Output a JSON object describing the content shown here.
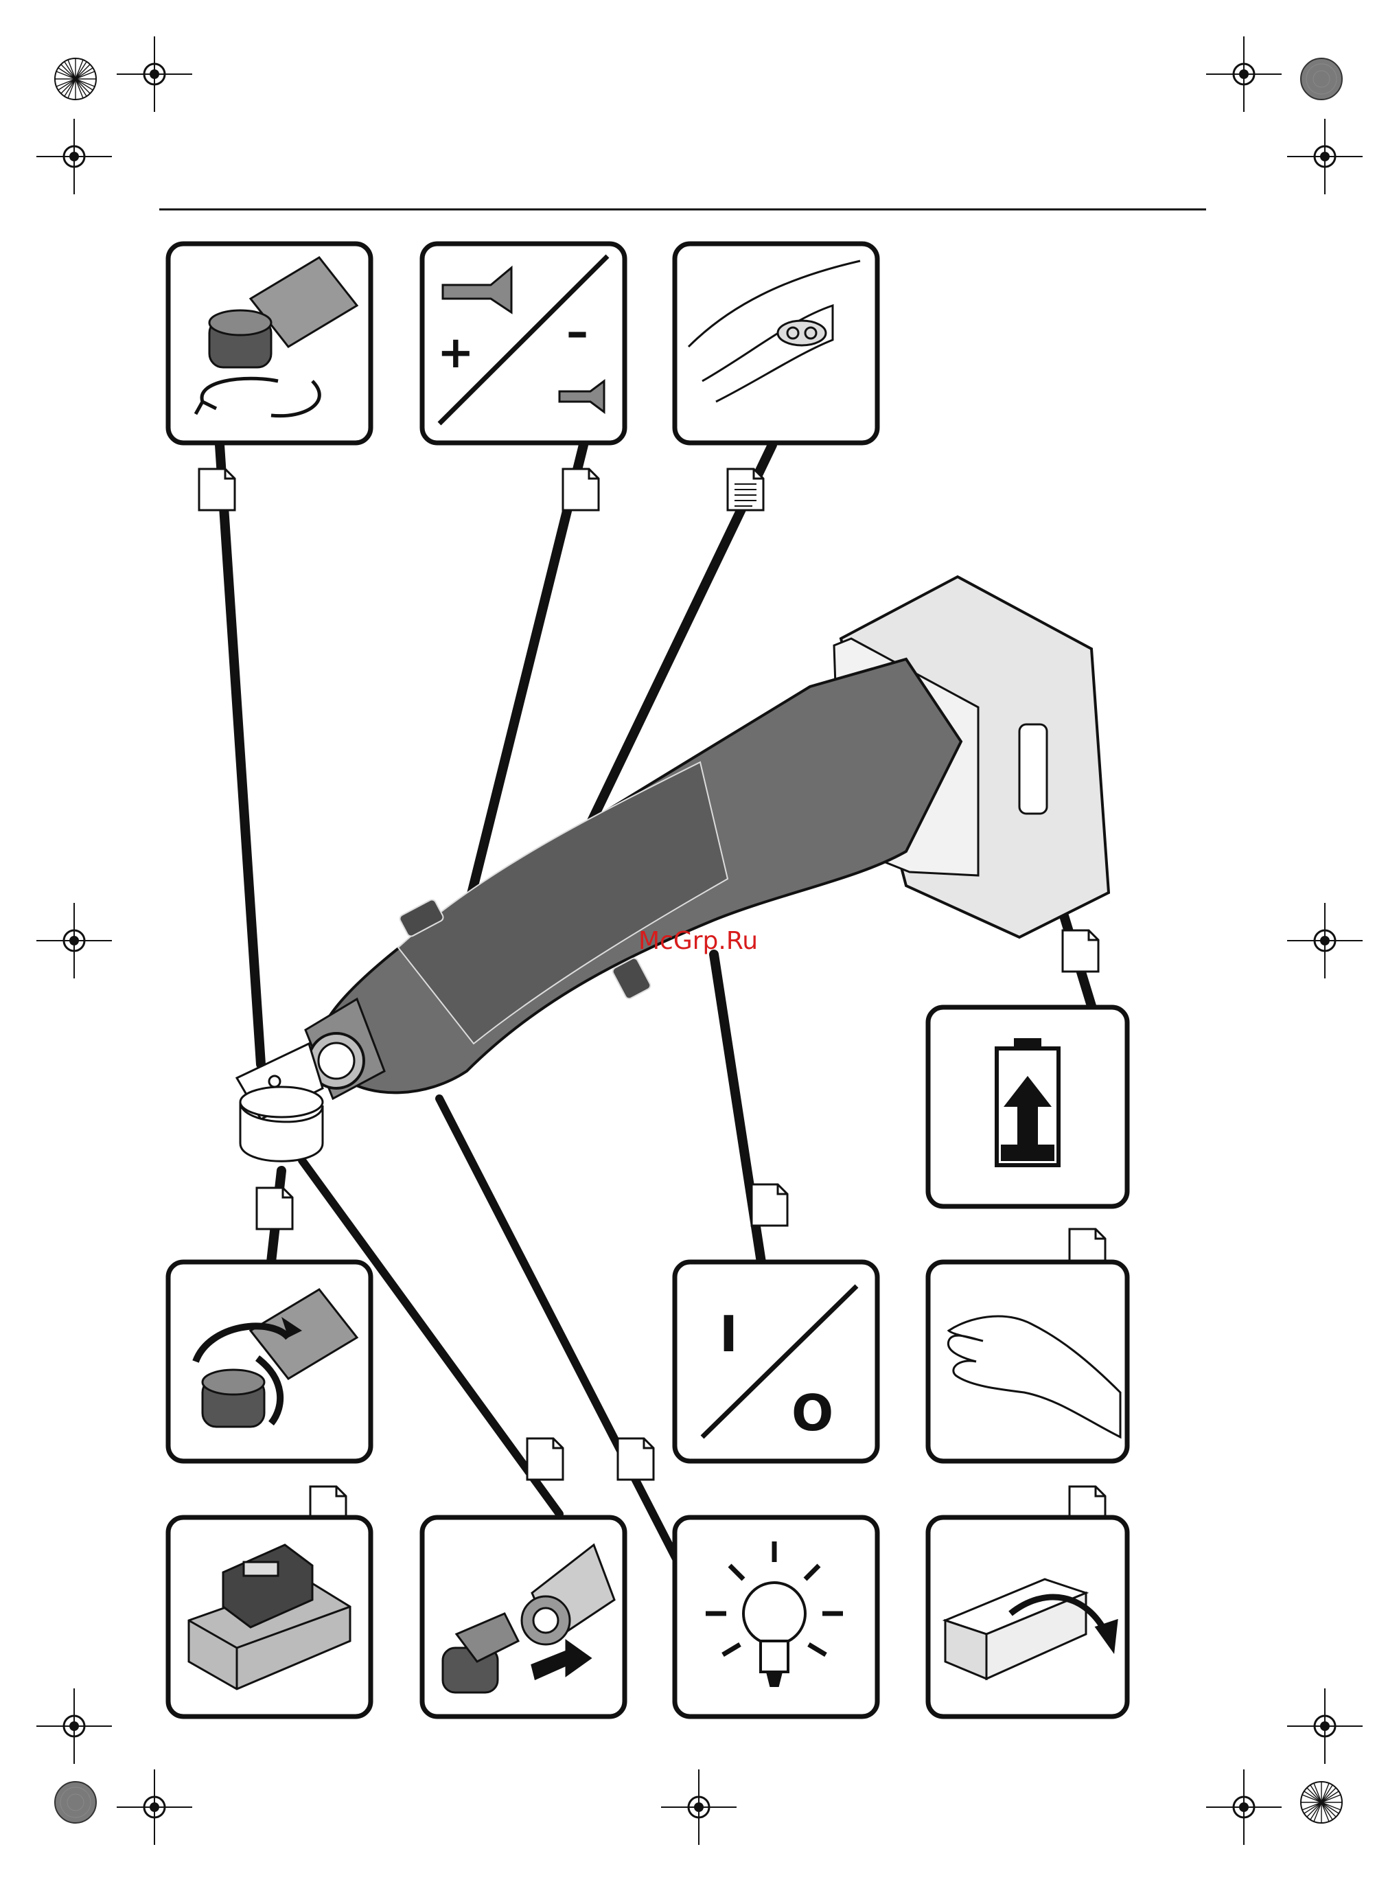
{
  "watermark": {
    "text": "McGrp.Ru",
    "color": "#d81c1c"
  },
  "icons": {
    "page": "document-page-icon",
    "text_page": "document-text-page-icon",
    "registration": "registration-target-icon",
    "color_bar": "color-wheel-icon"
  },
  "panels": [
    {
      "id": "attachment-rotate",
      "icon": "angle-head-rotate-icon"
    },
    {
      "id": "torque-adjust",
      "icon": "screw-torque-plus-minus-icon",
      "plus": "+",
      "minus": "–"
    },
    {
      "id": "switch-detail",
      "icon": "housing-switch-detail-icon"
    },
    {
      "id": "battery-remove",
      "icon": "battery-charge-arrow-icon"
    },
    {
      "id": "attachment-release",
      "icon": "angle-head-twist-icon"
    },
    {
      "id": "on-off",
      "icon": "on-off-switch-icon",
      "on": "I",
      "off": "O"
    },
    {
      "id": "hand-handling",
      "icon": "hand-icon"
    },
    {
      "id": "charger",
      "icon": "battery-charger-icon"
    },
    {
      "id": "attachment-mount",
      "icon": "angle-head-mount-arrow-icon"
    },
    {
      "id": "work-light",
      "icon": "light-bulb-icon"
    },
    {
      "id": "packaging",
      "icon": "box-open-arrow-icon"
    }
  ],
  "main_product": {
    "icon": "cordless-screwdriver-icon"
  },
  "colors": {
    "line": "#111111",
    "tool_body": "#6e6e6e",
    "tool_dark": "#4a4a4a",
    "battery": "#e6e6e6"
  }
}
